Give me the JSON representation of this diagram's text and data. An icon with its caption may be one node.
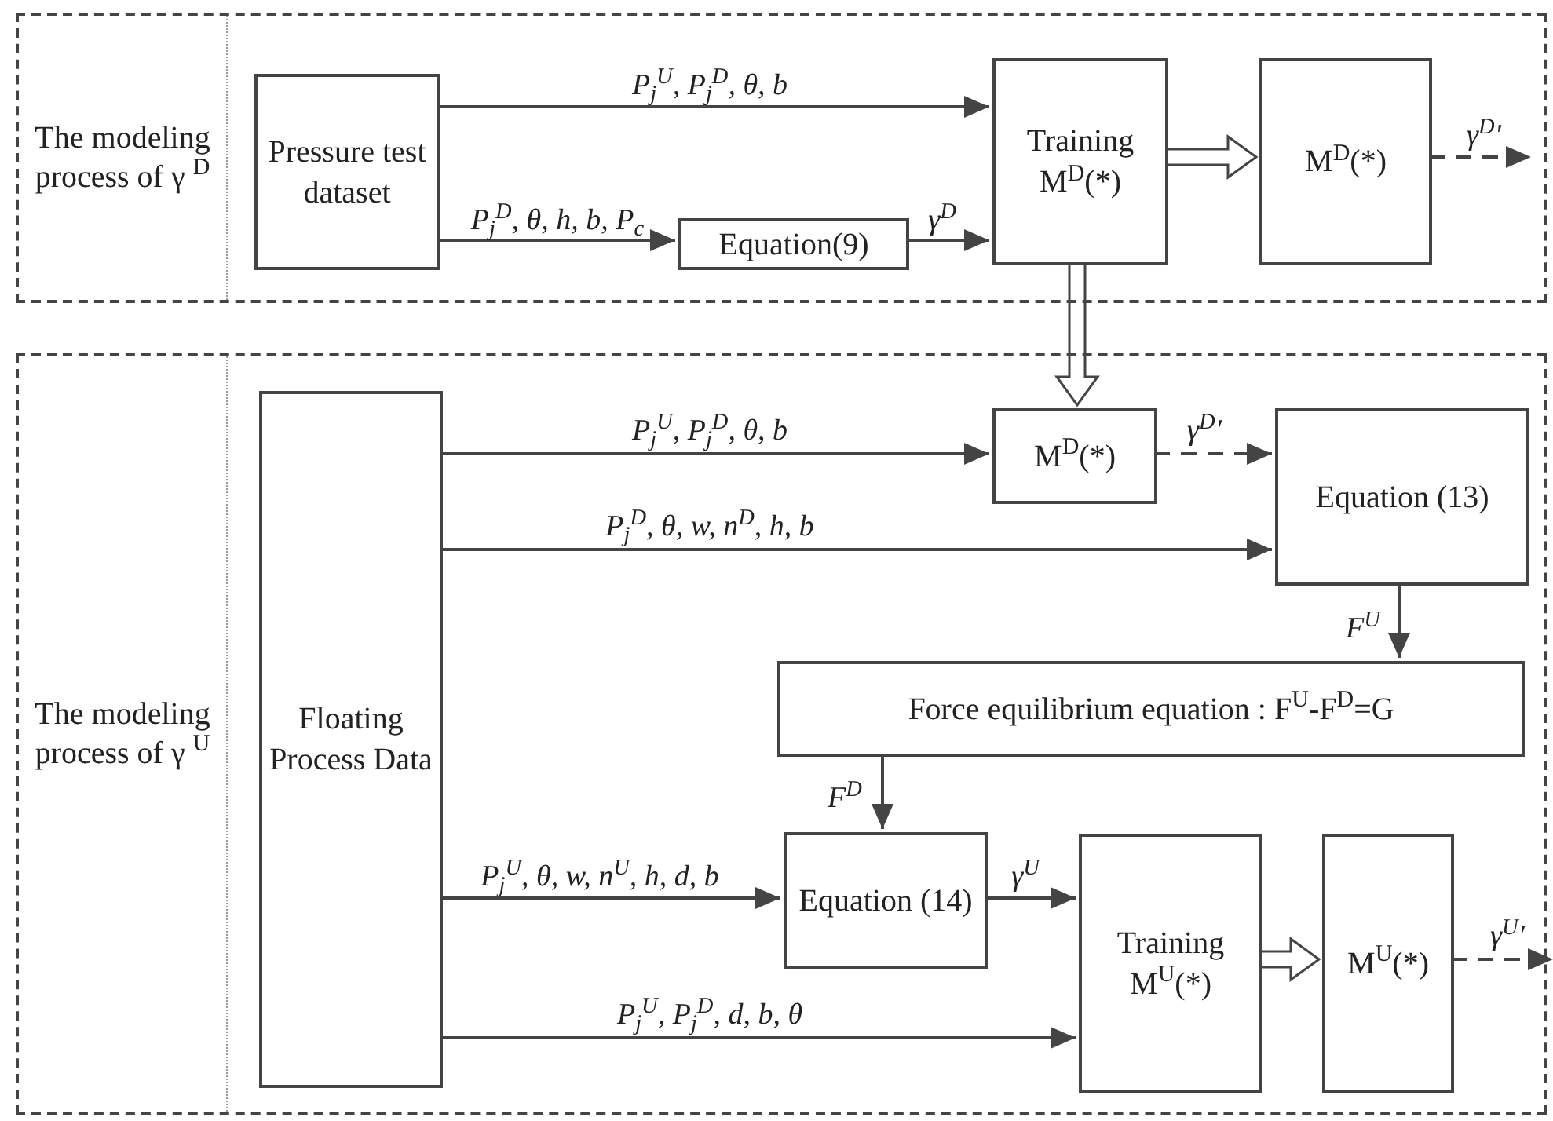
{
  "diagram": {
    "nodes": [
      {
        "text": [
          "The modeling process of γ $^{D}$"
        ]
      },
      {
        "text": [
          "Pressure test dataset"
        ],
        "in": 0
      },
      {
        "text": [
          "Equation(9)"
        ],
        "in": 0
      },
      {
        "text": [
          "Training M$^{D}$(*)"
        ],
        "in": 0
      },
      {
        "text": [
          "M$^{D}$(*)"
        ],
        "in": 0
      },
      {
        "text": [
          "The modeling process of γ $^{U}$"
        ]
      },
      {
        "text": [
          "Floating Process Data"
        ],
        "in": 5
      },
      {
        "text": [
          "M$^{D}$(*)"
        ],
        "in": 5
      },
      {
        "text": [
          "Equation (13)"
        ],
        "in": 5
      },
      {
        "text": [
          "Force equilibrium equation : F$^{U}$-F$^{D}$=G"
        ],
        "in": 5
      },
      {
        "text": [
          "Equation (14)"
        ],
        "in": 5
      },
      {
        "text": [
          "Training M$^{U}$(*)"
        ],
        "in": 5
      },
      {
        "text": [
          "M$^{U}$(*)"
        ],
        "in": 5
      }
    ],
    "edges": [
      {
        "from": 1,
        "to": 3,
        "arrow": "to",
        "label": "P$_{j}$$^{U}$, P$_{j}$$^{D}$, θ, b"
      },
      {
        "from": 1,
        "to": 2,
        "arrow": "to",
        "label": "P$_{j}$$^{D}$, θ, h, b, P$_{c}$"
      },
      {
        "from": 2,
        "to": 3,
        "arrow": "to",
        "label": "γ$^{D}$"
      },
      {
        "from": 3,
        "to": 4,
        "arrow": "to",
        "style": "thick"
      },
      {
        "from": 4,
        "to": null,
        "arrow": "to",
        "style": "dashed",
        "label": "γ$^{D}$′"
      },
      {
        "from": 3,
        "to": 7,
        "arrow": "to",
        "style": "thick"
      },
      {
        "from": 6,
        "to": 7,
        "arrow": "to",
        "label": "P$_{j}$$^{U}$, P$_{j}$$^{D}$, θ, b"
      },
      {
        "from": 7,
        "to": 8,
        "arrow": "to",
        "style": "dashed",
        "label": "γ$^{D}$′"
      },
      {
        "from": 6,
        "to": 8,
        "arrow": "to",
        "label": "P$_{j}$$^{D}$, θ, w, n$^{D}$, h, b"
      },
      {
        "from": 8,
        "to": 9,
        "arrow": "to",
        "label": "F$^{U}$"
      },
      {
        "from": 9,
        "to": 10,
        "arrow": "to",
        "label": "F$^{D}$"
      },
      {
        "from": 6,
        "to": 10,
        "arrow": "to",
        "label": "P$_{j}$$^{U}$, θ, w, n$^{U}$, h, d, b"
      },
      {
        "from": 10,
        "to": 11,
        "arrow": "to",
        "label": "γ$^{U}$"
      },
      {
        "from": 6,
        "to": 11,
        "arrow": "to",
        "label": "P$_{j}$$^{U}$, P$_{j}$$^{D}$, d, b, θ"
      },
      {
        "from": 11,
        "to": 12,
        "arrow": "to",
        "style": "thick"
      },
      {
        "from": 12,
        "to": null,
        "arrow": "to",
        "style": "dashed",
        "label": "γ$^{U}$′"
      }
    ]
  }
}
